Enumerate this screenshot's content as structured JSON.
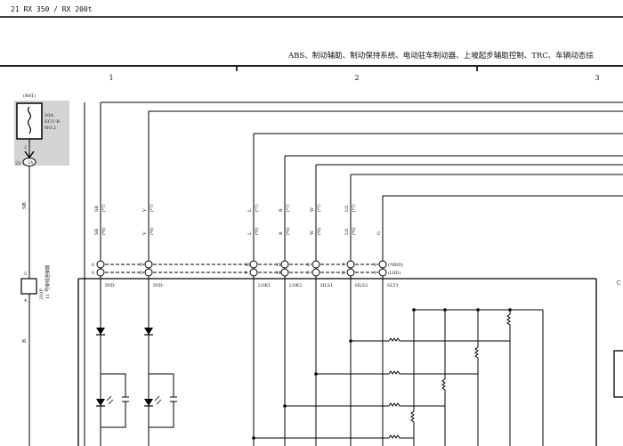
{
  "header": {
    "model": "21 RX 350 / RX 200t"
  },
  "title": "ABS、制动辅助、制动保持系统、电动驻车制动器、上坡起步辅助控制、TRC、车辆动态综",
  "zones": [
    "1",
    "2",
    "3"
  ],
  "fuse": {
    "bat": "(BAT)",
    "amp": "10A",
    "name": "ECU-B",
    "no": "NO.2",
    "pin_a": "2",
    "pin_b": "22",
    "pin_c": "2A"
  },
  "left_wire": {
    "color_top": "SB",
    "color_bottom": "B"
  },
  "left_connector": {
    "code": "J10P",
    "name": "11 号接线连接器",
    "pin_top": "5",
    "pin_bottom": "4"
  },
  "wires": [
    {
      "c1": "SB",
      "t1": "(*7)",
      "c2": "SB",
      "t2": "(*6)",
      "p1": "6",
      "p2": "8",
      "term": "IND-"
    },
    {
      "c1": "V",
      "t1": "(*7)",
      "c2": "V",
      "t2": "(*6)",
      "p1": "5",
      "p2": "5",
      "term": "IND-"
    },
    {
      "c1": "L",
      "t1": "(*7)",
      "c2": "L",
      "t2": "(*6)",
      "p1": "16",
      "p2": "9",
      "term": "LOK1"
    },
    {
      "c1": "B",
      "t1": "(*7)",
      "c2": "B",
      "t2": "(*6)",
      "p1": "15",
      "p2": "10",
      "term": "LOK2"
    },
    {
      "c1": "W",
      "t1": "(*7)",
      "c2": "W",
      "t2": "(*6)",
      "p1": "8",
      "p2": "3",
      "term": "HLS1"
    },
    {
      "c1": "LG",
      "t1": "(*7)",
      "c2": "LG",
      "t2": "(*6)",
      "p1": "7",
      "p2": "2",
      "term": "HLS2"
    },
    {
      "c1": "",
      "t1": "",
      "c2": "G",
      "t2": "",
      "p1": "1",
      "p2": "1",
      "term": "SLT1"
    }
  ],
  "connector_labels": {
    "row1": "(*HHD)",
    "row2": "(LHD)"
  },
  "right_edge_label": "C"
}
